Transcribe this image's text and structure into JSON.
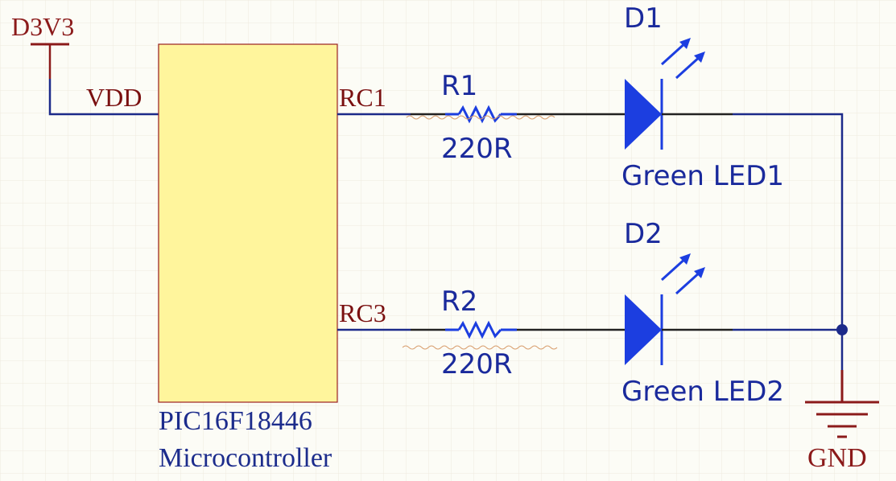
{
  "colors": {
    "background": "#fcfcf6",
    "grid": "#eeeadf",
    "wire": "#1c2a8a",
    "power": "#8b1a1a",
    "component_fill": "#fff59c",
    "component_border": "#9a2020",
    "led": "#1c3ee0",
    "resistor": "#1c3ee0",
    "squiggle": "#d9a070",
    "junction": "#1c2a8a"
  },
  "power": {
    "label": "D3V3"
  },
  "ground": {
    "label": "GND"
  },
  "microcontroller": {
    "pins": {
      "vdd": "VDD",
      "rc1": "RC1",
      "rc3": "RC3"
    },
    "part_number": "PIC16F18446",
    "description": "Microcontroller"
  },
  "resistors": [
    {
      "designator": "R1",
      "value": "220R"
    },
    {
      "designator": "R2",
      "value": "220R"
    }
  ],
  "leds": [
    {
      "designator": "D1",
      "value": "Green LED1"
    },
    {
      "designator": "D2",
      "value": "Green LED2"
    }
  ]
}
